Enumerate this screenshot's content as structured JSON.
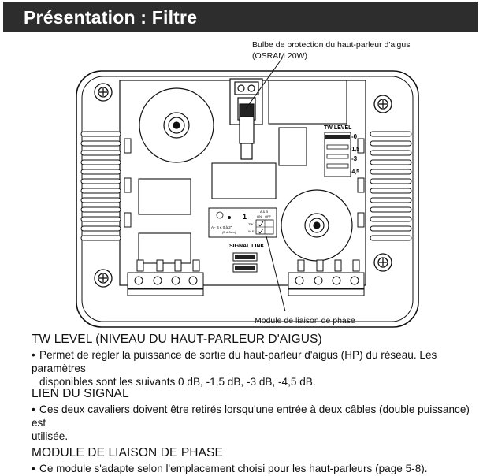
{
  "header": {
    "title": "Présentation : Filtre"
  },
  "callouts": {
    "bulb_line1": "Bulbe de protection du haut-parleur d'aigus",
    "bulb_line2": "(OSRAM 20W)",
    "phase": "Module de liaison de phase"
  },
  "diagram_labels": {
    "tw_level": "TW LEVEL",
    "tw_0": "-0",
    "tw_15": "-1,5",
    "tw_3": "-3",
    "tw_45": "-4,5",
    "signal_link": "SIGNAL LINK",
    "module_number": "1",
    "module_caption": "A - B ≤ 0 à 2\"",
    "module_caption2": "(B à 0cm)",
    "module_col_a": "A & B",
    "module_on": "ON",
    "module_off": "OFF",
    "module_row_tw": "TW",
    "module_row_wf": "W F"
  },
  "sections": [
    {
      "title": "TW LEVEL (NIVEAU DU HAUT-PARLEUR D'AIGUS)",
      "bullet": "•",
      "line1": "Permet de régler la puissance de sortie du haut-parleur d'aigus (HP) du réseau. Les paramètres",
      "line2": "disponibles sont les suivants 0 dB, -1,5 dB, -3 dB, -4,5 dB."
    },
    {
      "title": "LIEN DU SIGNAL",
      "bullet": "•",
      "line1": "Ces deux cavaliers doivent être retirés lorsqu'une entrée à deux câbles (double puissance) est",
      "line2": "utilisée."
    },
    {
      "title": "MODULE DE LIAISON DE PHASE",
      "bullet": "•",
      "line1": "Ce module s'adapte selon l'emplacement choisi pour les haut-parleurs (page 5-8).",
      "line2": ""
    }
  ]
}
